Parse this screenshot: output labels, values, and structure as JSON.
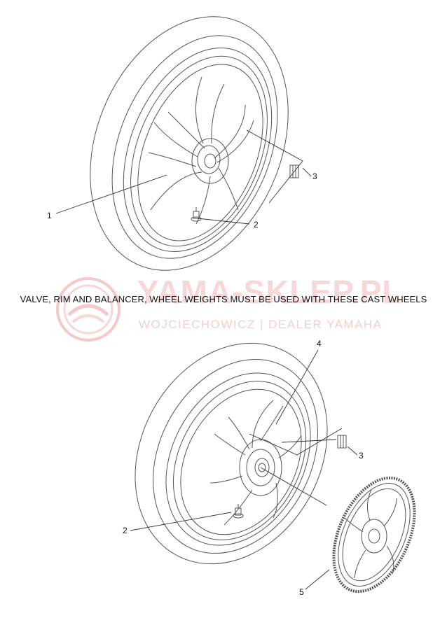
{
  "caption": "VALVE, RIM AND BALANCER, WHEEL WEIGHTS MUST BE USED WITH THESE CAST WHEELS",
  "watermark": {
    "title": "YAMA-SKLEP.PL",
    "subtitle": "WOJCIECHOWICZ | DEALER YAMAHA",
    "color": "#e8a6a6"
  },
  "callouts": {
    "front_wheel": "1",
    "valve_front": "2",
    "weight_front": "3",
    "rear_wheel": "4",
    "valve_rear": "2",
    "weight_rear": "3",
    "sprocket": "5"
  },
  "colors": {
    "line": "#555555",
    "leader": "#333333"
  }
}
